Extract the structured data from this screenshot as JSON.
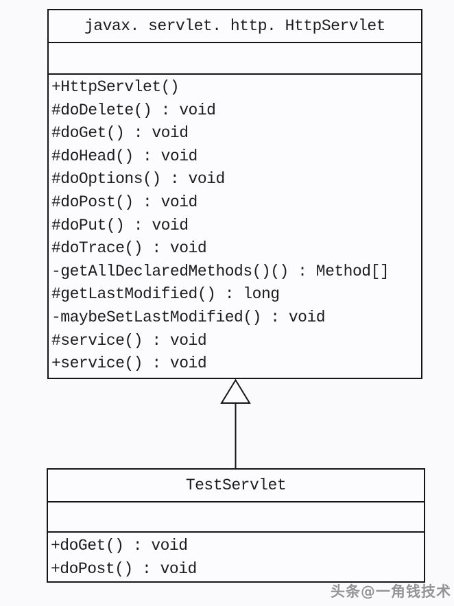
{
  "diagram": {
    "type": "uml-class-diagram",
    "parent_class": {
      "title": "javax. servlet. http. HttpServlet",
      "attributes": [],
      "methods": [
        "+HttpServlet()",
        "#doDelete() : void",
        "#doGet() : void",
        "#doHead() : void",
        "#doOptions() : void",
        "#doPost() : void",
        "#doPut() : void",
        "#doTrace() : void",
        "-getAllDeclaredMethods()() : Method[]",
        "#getLastModified() : long",
        "-maybeSetLastModified() : void",
        "#service() : void",
        "+service() : void"
      ]
    },
    "child_class": {
      "title": "TestServlet",
      "attributes": [],
      "methods": [
        "+doGet() : void",
        "+doPost() : void"
      ]
    },
    "relationship": {
      "type": "inheritance",
      "from": "TestServlet",
      "to": "javax. servlet. http. HttpServlet"
    },
    "watermark": "头条@一角钱技术",
    "colors": {
      "background": "#faf9fb",
      "box_fill": "#fcfbfd",
      "border": "#151515",
      "text": "#1c1c1c",
      "watermark": "#828082"
    }
  }
}
